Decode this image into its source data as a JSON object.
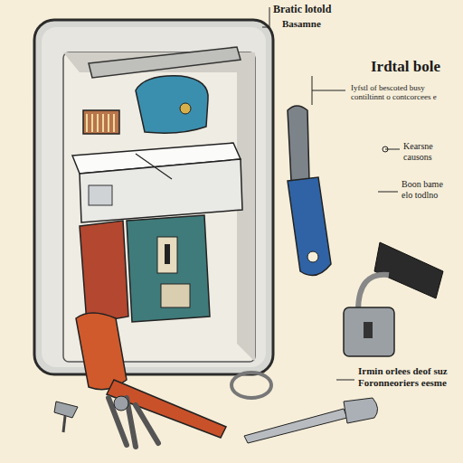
{
  "diagram": {
    "labels": [
      "Bratic lotold",
      "Basamne",
      "Irdtal bole",
      "Iyfstl of bescoted busy contiltinnt o contcorcees e",
      "Kearsne causons",
      "Boon bame elo todlno",
      "Irmin orlees deof suz Foronneoriers eesme"
    ]
  }
}
